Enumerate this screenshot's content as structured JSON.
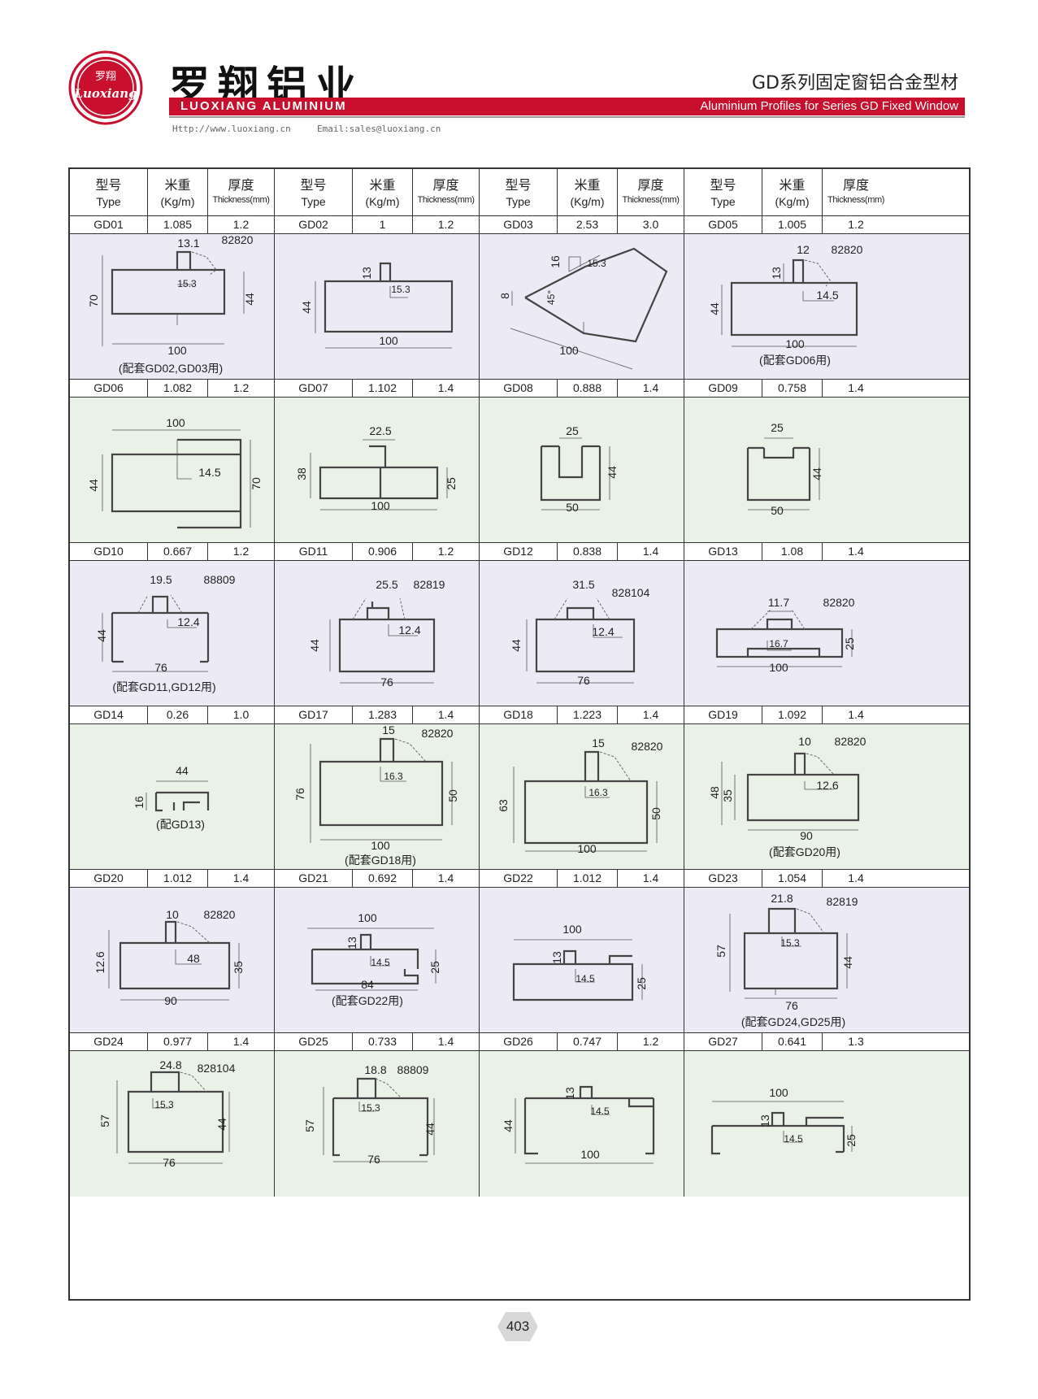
{
  "header": {
    "logo_text": "罗翔 Luoxiang",
    "brand_cn": "罗翔铝业",
    "brand_en": "LUOXIANG ALUMINIUM",
    "website": "Http://www.luoxiang.cn",
    "email": "Email:sales@luoxiang.cn",
    "series_cn": "GD系列固定窗铝合金型材",
    "series_en": "Aluminium Profiles for Series GD Fixed Window",
    "brand_color": "#c8102e"
  },
  "table": {
    "columns": [
      {
        "cn": "型号",
        "en": "Type"
      },
      {
        "cn": "米重",
        "en": "(Kg/m)"
      },
      {
        "cn": "厚度",
        "en": "Thickness(mm)"
      }
    ],
    "rows": [
      {
        "items": [
          {
            "type": "GD01",
            "weight": "1.085",
            "thickness": "1.2",
            "dims": [
              "13.1",
              "82820",
              "15.3",
              "70",
              "44",
              "100"
            ],
            "note": "(配套GD02,GD03用)"
          },
          {
            "type": "GD02",
            "weight": "1",
            "thickness": "1.2",
            "dims": [
              "13",
              "15.3",
              "44",
              "100"
            ]
          },
          {
            "type": "GD03",
            "weight": "2.53",
            "thickness": "3.0",
            "dims": [
              "16",
              "15.3",
              "8",
              "45°",
              "100"
            ]
          },
          {
            "type": "GD05",
            "weight": "1.005",
            "thickness": "1.2",
            "dims": [
              "12",
              "82820",
              "13",
              "14.5",
              "44",
              "100"
            ],
            "note": "(配套GD06用)"
          }
        ]
      },
      {
        "items": [
          {
            "type": "GD06",
            "weight": "1.082",
            "thickness": "1.2",
            "dims": [
              "100",
              "14.5",
              "44",
              "70"
            ]
          },
          {
            "type": "GD07",
            "weight": "1.102",
            "thickness": "1.4",
            "dims": [
              "22.5",
              "38",
              "25",
              "100"
            ]
          },
          {
            "type": "GD08",
            "weight": "0.888",
            "thickness": "1.4",
            "dims": [
              "25",
              "44",
              "50"
            ]
          },
          {
            "type": "GD09",
            "weight": "0.758",
            "thickness": "1.4",
            "dims": [
              "25",
              "44",
              "50"
            ]
          }
        ]
      },
      {
        "items": [
          {
            "type": "GD10",
            "weight": "0.667",
            "thickness": "1.2",
            "dims": [
              "19.5",
              "88809",
              "12.4",
              "44",
              "76"
            ],
            "note": "(配套GD11,GD12用)"
          },
          {
            "type": "GD11",
            "weight": "0.906",
            "thickness": "1.2",
            "dims": [
              "25.5",
              "82819",
              "12.4",
              "44",
              "76"
            ]
          },
          {
            "type": "GD12",
            "weight": "0.838",
            "thickness": "1.4",
            "dims": [
              "31.5",
              "828104",
              "12.4",
              "44",
              "76"
            ]
          },
          {
            "type": "GD13",
            "weight": "1.08",
            "thickness": "1.4",
            "dims": [
              "11.7",
              "82820",
              "16.7",
              "25",
              "100"
            ]
          }
        ]
      },
      {
        "items": [
          {
            "type": "GD14",
            "weight": "0.26",
            "thickness": "1.0",
            "dims": [
              "44",
              "16"
            ],
            "note": "(配GD13)"
          },
          {
            "type": "GD17",
            "weight": "1.283",
            "thickness": "1.4",
            "dims": [
              "15",
              "82820",
              "16.3",
              "76",
              "50",
              "100"
            ],
            "note": "(配套GD18用)"
          },
          {
            "type": "GD18",
            "weight": "1.223",
            "thickness": "1.4",
            "dims": [
              "15",
              "82820",
              "16.3",
              "63",
              "50",
              "100"
            ]
          },
          {
            "type": "GD19",
            "weight": "1.092",
            "thickness": "1.4",
            "dims": [
              "10",
              "82820",
              "48",
              "35",
              "12.6",
              "90"
            ],
            "note": "(配套GD20用)"
          }
        ]
      },
      {
        "items": [
          {
            "type": "GD20",
            "weight": "1.012",
            "thickness": "1.4",
            "dims": [
              "10",
              "82820",
              "48",
              "12.6",
              "35",
              "90"
            ]
          },
          {
            "type": "GD21",
            "weight": "0.692",
            "thickness": "1.4",
            "dims": [
              "100",
              "13",
              "14.5",
              "25",
              "84"
            ],
            "note": "(配套GD22用)"
          },
          {
            "type": "GD22",
            "weight": "1.012",
            "thickness": "1.4",
            "dims": [
              "100",
              "13",
              "14.5",
              "25"
            ]
          },
          {
            "type": "GD23",
            "weight": "1.054",
            "thickness": "1.4",
            "dims": [
              "21.8",
              "82819",
              "15.3",
              "57",
              "44",
              "76"
            ],
            "note": "(配套GD24,GD25用)"
          }
        ]
      },
      {
        "items": [
          {
            "type": "GD24",
            "weight": "0.977",
            "thickness": "1.4",
            "dims": [
              "24.8",
              "828104",
              "15.3",
              "57",
              "44",
              "76"
            ]
          },
          {
            "type": "GD25",
            "weight": "0.733",
            "thickness": "1.4",
            "dims": [
              "18.8",
              "88809",
              "15.3",
              "57",
              "44",
              "76"
            ]
          },
          {
            "type": "GD26",
            "weight": "0.747",
            "thickness": "1.2",
            "dims": [
              "13",
              "14.5",
              "44",
              "100"
            ]
          },
          {
            "type": "GD27",
            "weight": "0.641",
            "thickness": "1.3",
            "dims": [
              "100",
              "13",
              "14.5",
              "25"
            ]
          }
        ]
      }
    ]
  },
  "page_number": "403"
}
